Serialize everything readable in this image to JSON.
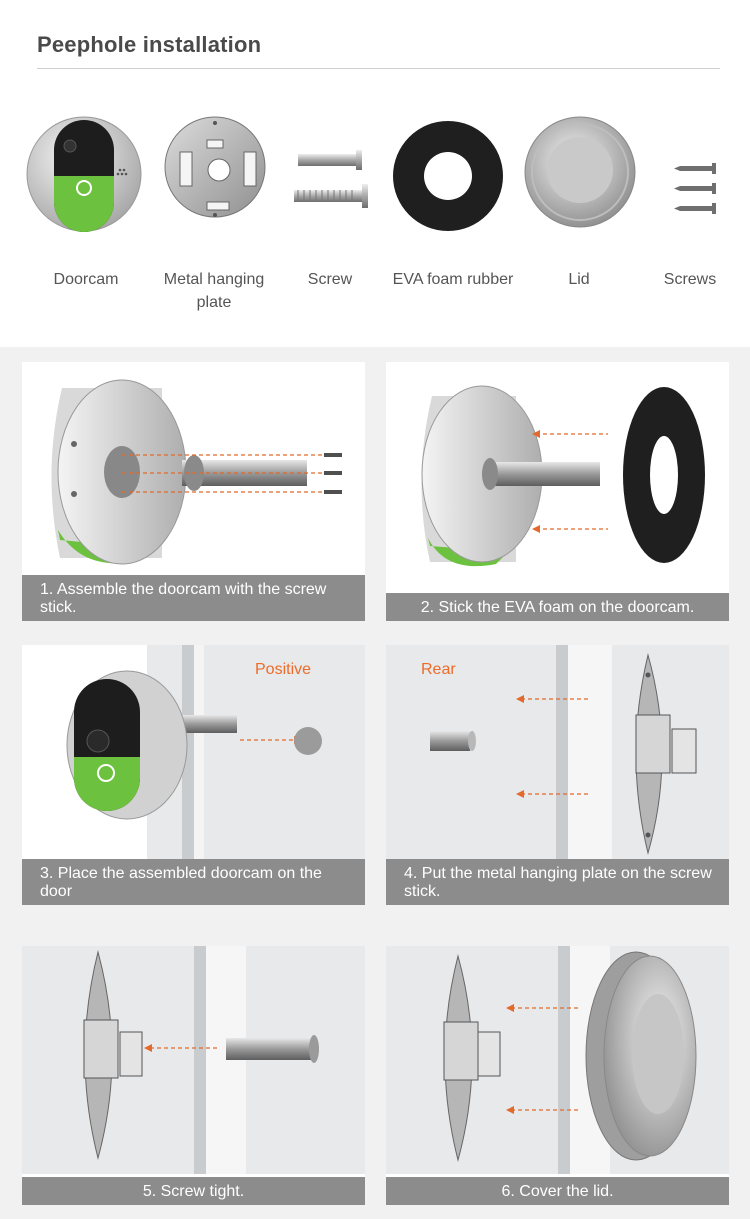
{
  "page": {
    "title": "Peephole installation"
  },
  "parts": [
    {
      "label": "Doorcam",
      "icon": "doorcam-icon"
    },
    {
      "label": "Metal hanging plate",
      "icon": "metal-plate-icon"
    },
    {
      "label": "Screw",
      "icon": "screw-stick-icon"
    },
    {
      "label": "EVA foam rubber",
      "icon": "foam-ring-icon"
    },
    {
      "label": "Lid",
      "icon": "lid-icon"
    },
    {
      "label": "Screws",
      "icon": "screws-icon"
    }
  ],
  "steps": [
    {
      "caption": "1. Assemble the doorcam with the screw stick."
    },
    {
      "caption": "2. Stick the EVA foam on the doorcam."
    },
    {
      "caption": "3. Place the assembled doorcam on the door",
      "tag": "Positive"
    },
    {
      "caption": "4. Put the metal hanging plate on the screw stick.",
      "tag": "Rear"
    },
    {
      "caption": "5. Screw tight."
    },
    {
      "caption": "6. Cover the lid."
    }
  ],
  "colors": {
    "accent": "#ee6b2a",
    "green": "#6cc23e",
    "caption_bg": "#8c8c8c"
  }
}
